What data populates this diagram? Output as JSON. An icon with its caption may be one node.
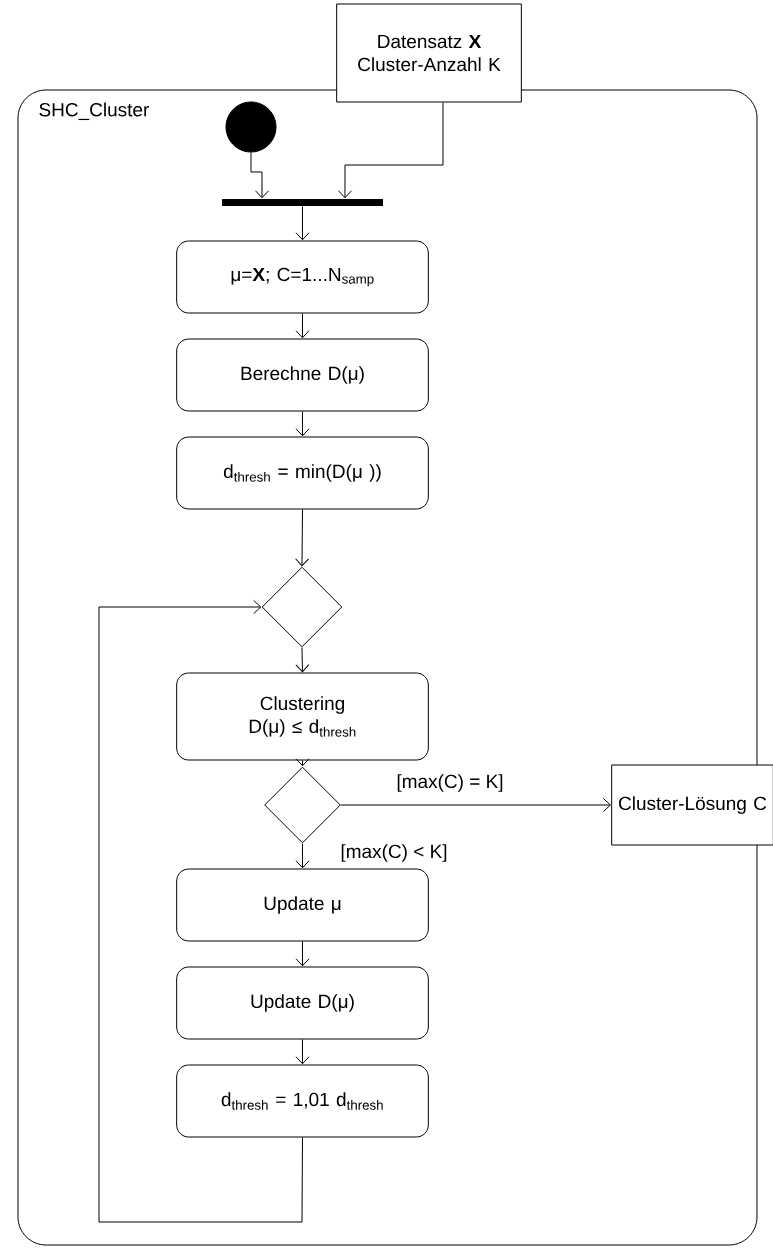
{
  "diagram": {
    "nodes": [
      {
        "text": [
          "SHC_Cluster"
        ]
      },
      {
        "text": [
          "Datensatz **X**",
          "Cluster-Anzahl K"
        ]
      },
      {
        "text": [],
        "shape": "circle",
        "in": 0
      },
      {
        "text": [],
        "shape": "bar",
        "in": 0
      },
      {
        "text": [
          "μ=**X**; C=1...N$_{samp}$"
        ],
        "in": 0
      },
      {
        "text": [
          "Berechne D(μ)"
        ],
        "in": 0
      },
      {
        "text": [
          "d$_{thresh}$ = min(D(μ ))"
        ],
        "in": 0
      },
      {
        "text": [],
        "shape": "diamond",
        "in": 0
      },
      {
        "text": [
          "Clustering",
          "D(μ) ≤ d$_{thresh}$"
        ],
        "in": 0
      },
      {
        "text": [],
        "shape": "diamond",
        "in": 0
      },
      {
        "text": [
          "Cluster-Lösung C"
        ]
      },
      {
        "text": [
          "Update μ"
        ],
        "in": 0
      },
      {
        "text": [
          "Update D(μ)"
        ],
        "in": 0
      },
      {
        "text": [
          "d$_{thresh}$ = 1,01 d$_{thresh}$"
        ],
        "in": 0
      }
    ],
    "edges": [
      {
        "from": 2,
        "to": 3,
        "arrow": "to"
      },
      {
        "from": 1,
        "to": 3,
        "arrow": "to"
      },
      {
        "from": 3,
        "to": 4,
        "arrow": "to"
      },
      {
        "from": 4,
        "to": 5,
        "arrow": "to"
      },
      {
        "from": 5,
        "to": 6,
        "arrow": "to"
      },
      {
        "from": 6,
        "to": 7,
        "arrow": "to"
      },
      {
        "from": 7,
        "to": 8,
        "arrow": "to"
      },
      {
        "from": 8,
        "to": 9,
        "arrow": "to"
      },
      {
        "from": 9,
        "to": 10,
        "label": "[max(C) = K]",
        "arrow": "to"
      },
      {
        "from": 9,
        "to": 11,
        "label": "[max(C) < K]",
        "arrow": "to"
      },
      {
        "from": 11,
        "to": 12,
        "arrow": "to"
      },
      {
        "from": 12,
        "to": 13,
        "arrow": "to"
      },
      {
        "from": 13,
        "to": 7,
        "arrow": "to"
      }
    ]
  }
}
